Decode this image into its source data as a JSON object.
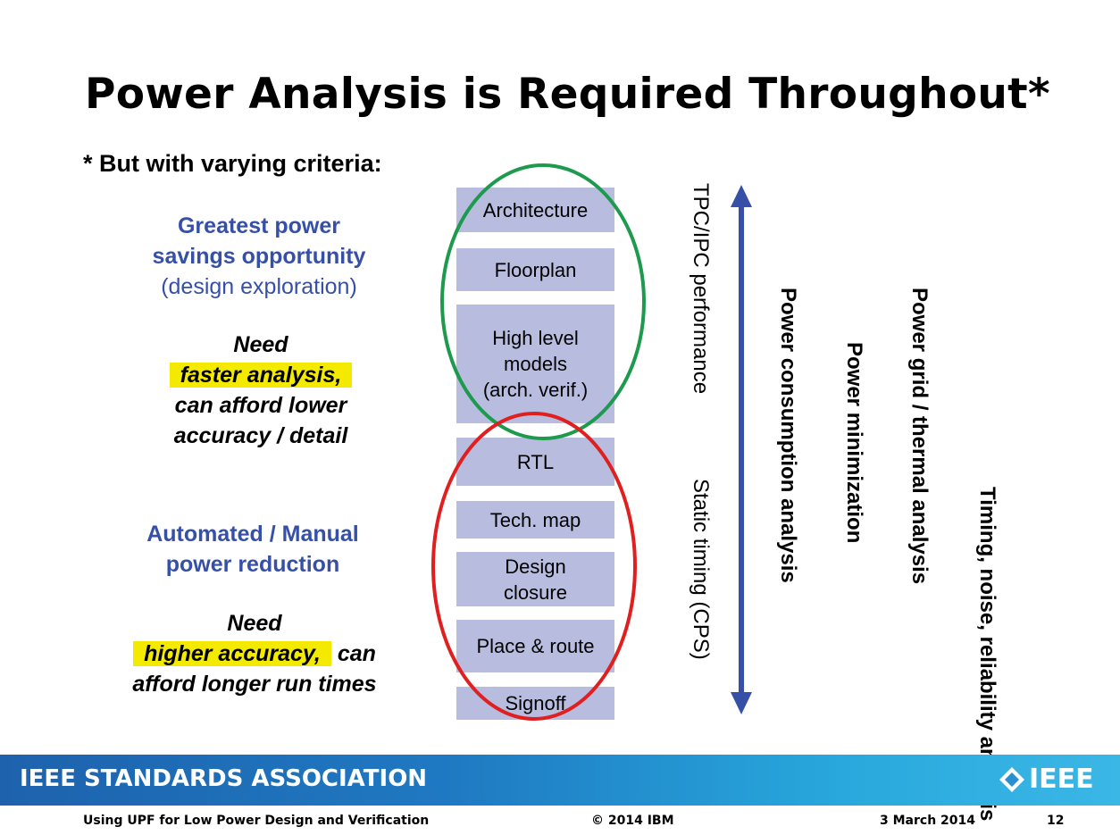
{
  "slide": {
    "title": "Power Analysis is Required Throughout*",
    "subtitle": "* But with varying criteria:"
  },
  "left": {
    "top_blue_1": "Greatest power",
    "top_blue_2": "savings opportunity",
    "top_paren": "(design exploration)",
    "need1_line1": "Need",
    "need1_hl": "faster analysis,",
    "need1_line3": "can afford lower",
    "need1_line4": "accuracy / detail",
    "bottom_blue_1": "Automated / Manual",
    "bottom_blue_2": "power reduction",
    "need2_line1": "Need",
    "need2_hl": "higher accuracy,",
    "need2_tail": " can",
    "need2_line3": "afford longer run times"
  },
  "stages": {
    "architecture": "Architecture",
    "floorplan": "Floorplan",
    "hl_1": "High level",
    "hl_2": "models",
    "hl_3": "(arch. verif.)",
    "rtl": "RTL",
    "techmap": "Tech. map",
    "dc_1": "Design",
    "dc_2": "closure",
    "place_route": "Place & route",
    "signoff": "Signoff"
  },
  "right": {
    "tpc": "TPC/IPC performance",
    "static_timing": "Static timing (CPS)",
    "power_consumption": "Power consumption analysis",
    "power_min": "Power minimization",
    "power_grid": "Power grid / thermal analysis",
    "timing_1": "Timing, noise,",
    "timing_2": "reliability analysis"
  },
  "footer": {
    "org": "IEEE STANDARDS ASSOCIATION",
    "logo": "IEEE",
    "talk": "Using UPF for Low Power Design and Verification",
    "copyright": "© 2014 IBM",
    "date": "3 March 2014",
    "page": "12"
  },
  "colors": {
    "stage_fill": "#b8bde0",
    "green_ellipse": "#1e9a4e",
    "red_ellipse": "#e02020",
    "arrow": "#3650a8",
    "highlight": "#f4ea00",
    "blue_text": "#3650a8"
  }
}
